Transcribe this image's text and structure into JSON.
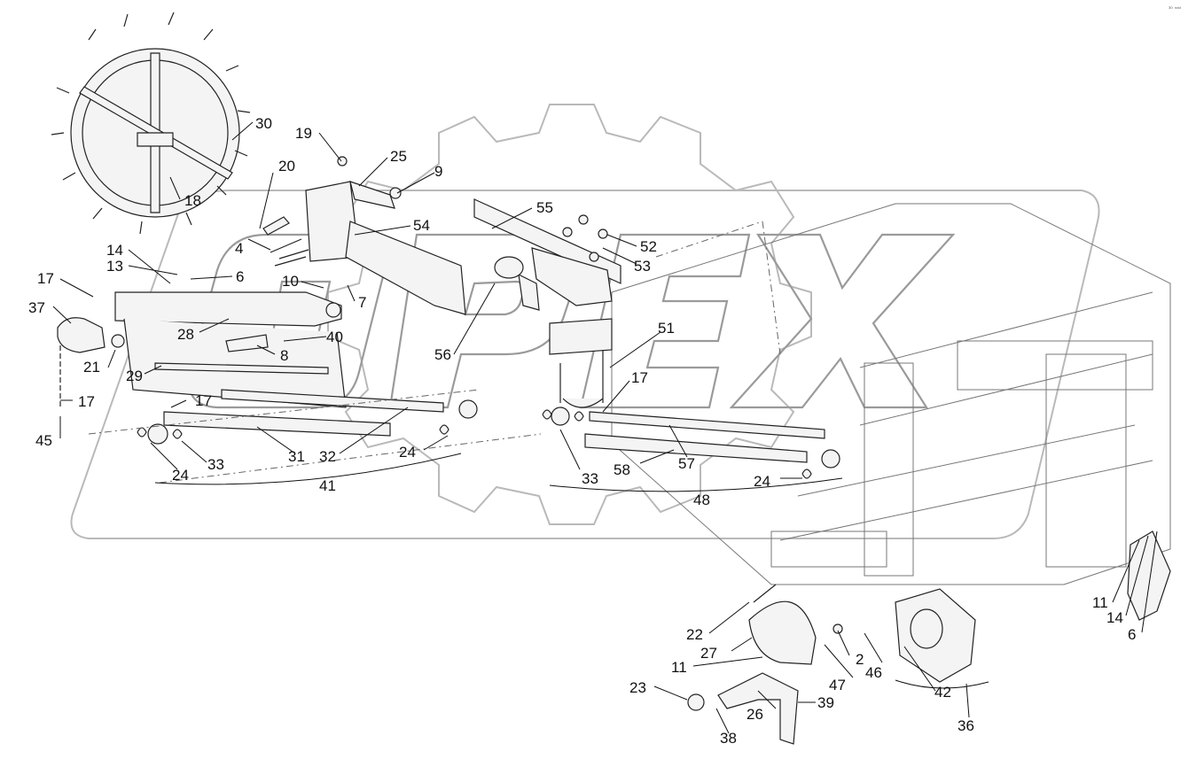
{
  "corner_code": "³⁰ ⁿᵈᵈ",
  "watermark": {
    "text": "OPEX"
  },
  "callouts": [
    {
      "id": "c30",
      "text": "30"
    },
    {
      "id": "c19",
      "text": "19"
    },
    {
      "id": "c25",
      "text": "25"
    },
    {
      "id": "c9",
      "text": "9"
    },
    {
      "id": "c20",
      "text": "20"
    },
    {
      "id": "c18",
      "text": "18"
    },
    {
      "id": "c54",
      "text": "54"
    },
    {
      "id": "c55",
      "text": "55"
    },
    {
      "id": "c4",
      "text": "4"
    },
    {
      "id": "c14a",
      "text": "14"
    },
    {
      "id": "c13",
      "text": "13"
    },
    {
      "id": "c6a",
      "text": "6"
    },
    {
      "id": "c52",
      "text": "52"
    },
    {
      "id": "c53",
      "text": "53"
    },
    {
      "id": "c17a",
      "text": "17"
    },
    {
      "id": "c10",
      "text": "10"
    },
    {
      "id": "c7",
      "text": "7"
    },
    {
      "id": "c37",
      "text": "37"
    },
    {
      "id": "c28",
      "text": "28"
    },
    {
      "id": "c40",
      "text": "40"
    },
    {
      "id": "c8",
      "text": "8"
    },
    {
      "id": "c21",
      "text": "21"
    },
    {
      "id": "c56",
      "text": "56"
    },
    {
      "id": "c51",
      "text": "51"
    },
    {
      "id": "c29",
      "text": "29"
    },
    {
      "id": "c17b",
      "text": "17"
    },
    {
      "id": "c17c",
      "text": "17"
    },
    {
      "id": "c17d",
      "text": "17"
    },
    {
      "id": "c45",
      "text": "45"
    },
    {
      "id": "c24a",
      "text": "24"
    },
    {
      "id": "c33a",
      "text": "33"
    },
    {
      "id": "c31",
      "text": "31"
    },
    {
      "id": "c32",
      "text": "32"
    },
    {
      "id": "c24b",
      "text": "24"
    },
    {
      "id": "c33b",
      "text": "33"
    },
    {
      "id": "c58",
      "text": "58"
    },
    {
      "id": "c57",
      "text": "57"
    },
    {
      "id": "c24c",
      "text": "24"
    },
    {
      "id": "c41",
      "text": "41"
    },
    {
      "id": "c48",
      "text": "48"
    },
    {
      "id": "c11a",
      "text": "11"
    },
    {
      "id": "c14b",
      "text": "14"
    },
    {
      "id": "c6b",
      "text": "6"
    },
    {
      "id": "c22",
      "text": "22"
    },
    {
      "id": "c27",
      "text": "27"
    },
    {
      "id": "c11b",
      "text": "11"
    },
    {
      "id": "c2",
      "text": "2"
    },
    {
      "id": "c46",
      "text": "46"
    },
    {
      "id": "c47",
      "text": "47"
    },
    {
      "id": "c42",
      "text": "42"
    },
    {
      "id": "c23",
      "text": "23"
    },
    {
      "id": "c26",
      "text": "26"
    },
    {
      "id": "c39",
      "text": "39"
    },
    {
      "id": "c38",
      "text": "38"
    },
    {
      "id": "c36",
      "text": "36"
    }
  ]
}
